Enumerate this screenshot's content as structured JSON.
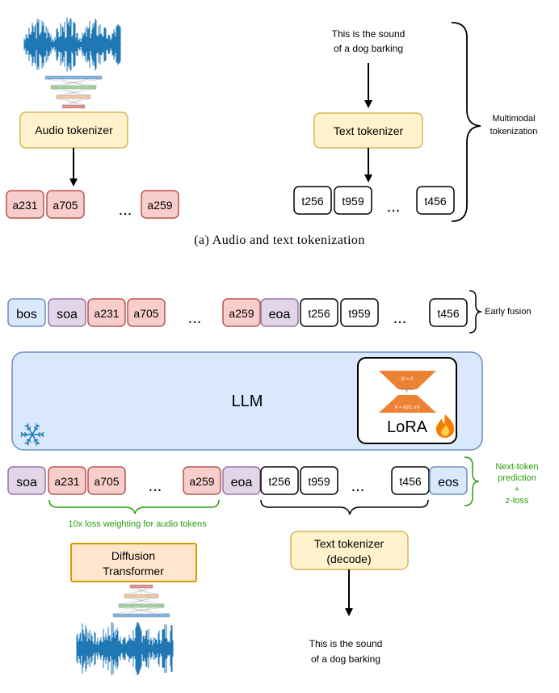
{
  "panel_a": {
    "audio_tokenizer": "Audio tokenizer",
    "text_input": [
      "This is the sound",
      "of a dog barking"
    ],
    "text_tokenizer": "Text tokenizer",
    "audio_tokens": [
      "a231",
      "a705",
      "a259"
    ],
    "text_tokens": [
      "t256",
      "t959",
      "t456"
    ],
    "ellipsis": "...",
    "brace_label": [
      "Multimodal",
      "tokenization"
    ],
    "caption": "(a) Audio and text tokenization"
  },
  "panel_b": {
    "input_tokens": [
      "bos",
      "soa",
      "a231",
      "a705",
      "a259",
      "eoa",
      "t256",
      "t959",
      "t456"
    ],
    "ellipsis": "...",
    "early_fusion": "Early fusion",
    "llm": "LLM",
    "lora": "LoRA",
    "lora_formula_top": "B = 0",
    "lora_formula_r": "r",
    "lora_formula_bottom": "A = N(0, σ²)",
    "output_tokens": [
      "soa",
      "a231",
      "a705",
      "a259",
      "eoa",
      "t256",
      "t959",
      "t456",
      "eos"
    ],
    "next_token": [
      "Next-token",
      "prediction",
      "+",
      "z-loss"
    ],
    "loss_weighting": "10x loss weighting for audio tokens",
    "diffusion_transformer": [
      "Diffusion",
      "Transformer"
    ],
    "text_tokenizer_decode": [
      "Text tokenizer",
      "(decode)"
    ],
    "text_output": [
      "This is the sound",
      "of a dog barking"
    ]
  },
  "colors": {
    "audio_fill": "#f8cecc",
    "audio_stroke": "#b85450",
    "special_fill": "#e1d5e7",
    "special_stroke": "#9673a6",
    "bos_fill": "#dae8fc",
    "bos_stroke": "#6c8ebf",
    "tokenizer_fill": "#fff2cc",
    "tokenizer_stroke": "#d6b656",
    "diffusion_fill": "#ffe6cc",
    "diffusion_stroke": "#d79b00",
    "llm_fill": "#dae8fc",
    "llm_stroke": "#6c8ebf",
    "green": "#2a9d0a",
    "waveform": "#1f77b4"
  },
  "icons": [
    "waveform-icon",
    "encoder-network-icon",
    "snowflake-icon",
    "fire-icon",
    "lora-adapter-icon"
  ]
}
